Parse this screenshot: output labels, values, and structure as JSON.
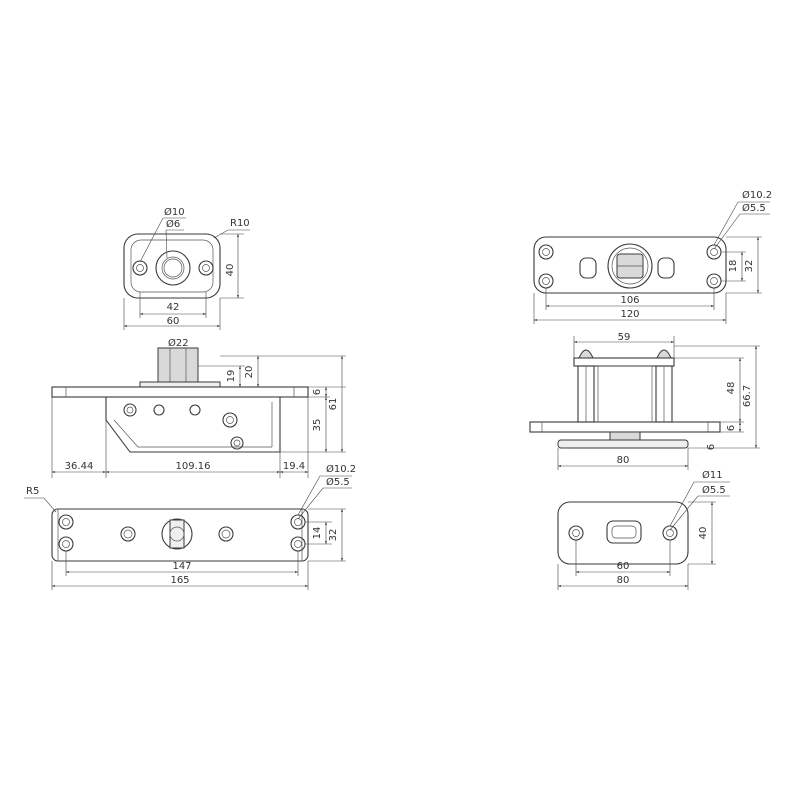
{
  "views": {
    "top_left": {
      "d10": "Ø10",
      "d6": "Ø6",
      "r10": "R10",
      "h40": "40",
      "w42": "42",
      "w60": "60"
    },
    "front_left": {
      "d22": "Ø22",
      "h19": "19",
      "h20": "20",
      "h6": "6",
      "h35": "35",
      "h61": "61",
      "w36_44": "36.44",
      "w109_16": "109.16",
      "w19_4": "19.4"
    },
    "bottom_left": {
      "r5": "R5",
      "d10_2": "Ø10.2",
      "d5_5": "Ø5.5",
      "h14": "14",
      "h32": "32",
      "w147": "147",
      "w165": "165"
    },
    "top_right": {
      "d10_2": "Ø10.2",
      "d5_5": "Ø5.5",
      "h18": "18",
      "h32": "32",
      "w106": "106",
      "w120": "120"
    },
    "front_right": {
      "w59": "59",
      "h48": "48",
      "h66_7": "66.7",
      "h6": "6",
      "h6b": "6",
      "w80": "80"
    },
    "bottom_right": {
      "d11": "Ø11",
      "d5_5": "Ø5.5",
      "h40": "40",
      "w60": "60",
      "w80": "80"
    }
  }
}
